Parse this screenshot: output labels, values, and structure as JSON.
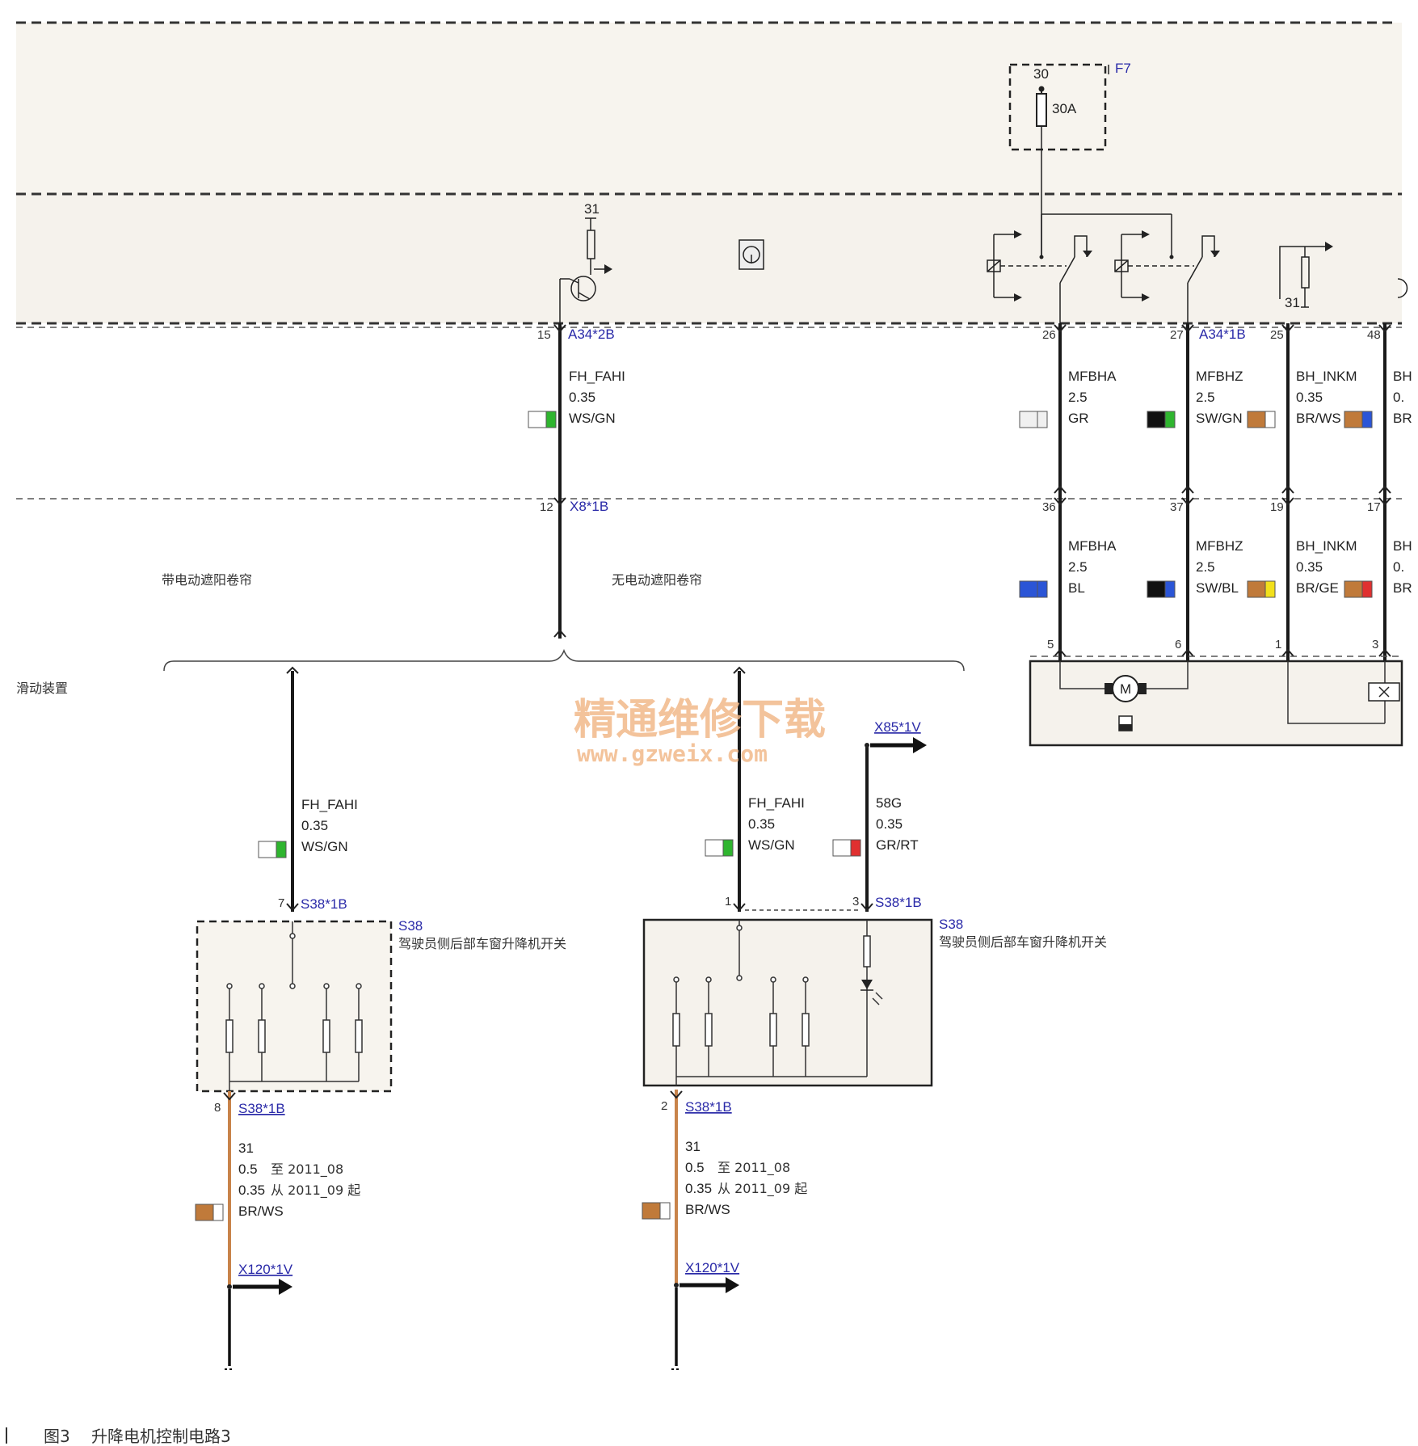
{
  "caption": {
    "figure": "图3",
    "title": "升降电机控制电路3"
  },
  "watermark": {
    "cn": "精通维修下载",
    "url": "www.gzweix.com"
  },
  "regions": {
    "left_label": "滑动装置",
    "with_sunshade": "带电动遮阳卷帘",
    "without_sunshade": "无电动遮阳卷帘"
  },
  "fuse": {
    "id": "F7",
    "terminal": "30",
    "rating": "30A"
  },
  "top": {
    "ground_label": "31",
    "connector": "A34*2B",
    "pin": "15",
    "wire_name": "FH_FAHI",
    "wire_size": "0.35",
    "wire_color": "WS/GN",
    "mid_connector": "X8*1B",
    "mid_pin": "12"
  },
  "right_block": {
    "connector": "A34*1B",
    "ground_label": "31",
    "wires_upper": [
      {
        "pin": "26",
        "name": "MFBHA",
        "size": "2.5",
        "color": "GR",
        "c1": "#f0f0f0",
        "c2": "#f0f0f0"
      },
      {
        "pin": "27",
        "name": "MFBHZ",
        "size": "2.5",
        "color": "SW/GN",
        "c1": "#111111",
        "c2": "#2fb52f"
      },
      {
        "pin": "25",
        "name": "BH_INKM",
        "size": "0.35",
        "color": "BR/WS",
        "c1": "#c07a3a",
        "c2": "#ffffff"
      },
      {
        "pin": "48",
        "name": "BH",
        "size": "0.",
        "color": "BR",
        "c1": "#c07a3a",
        "c2": "#2b55d6"
      }
    ],
    "wires_lower": [
      {
        "pin": "36",
        "bottom_pin": "5",
        "name": "MFBHA",
        "size": "2.5",
        "color": "BL",
        "c1": "#2b55d6",
        "c2": "#2b55d6"
      },
      {
        "pin": "37",
        "bottom_pin": "6",
        "name": "MFBHZ",
        "size": "2.5",
        "color": "SW/BL",
        "c1": "#111111",
        "c2": "#2b55d6"
      },
      {
        "pin": "19",
        "bottom_pin": "1",
        "name": "BH_INKM",
        "size": "0.35",
        "color": "BR/GE",
        "c1": "#c07a3a",
        "c2": "#f2e01b"
      },
      {
        "pin": "17",
        "bottom_pin": "3",
        "name": "BH",
        "size": "0.",
        "color": "BR",
        "c1": "#c07a3a",
        "c2": "#e03030"
      }
    ]
  },
  "left_branch": {
    "wire_name": "FH_FAHI",
    "wire_size": "0.35",
    "wire_color": "WS/GN",
    "pin": "7",
    "connector": "S38*1B",
    "switch_id": "S38",
    "switch_name": "驾驶员侧后部车窗升降机开关",
    "out_pin": "8",
    "out_connector": "S38*1B",
    "gnd_name": "31",
    "gnd_size_a": "0.5",
    "gnd_note_a": "至 2011_08",
    "gnd_size_b": "0.35",
    "gnd_note_b": "从 2011_09 起",
    "gnd_color": "BR/WS",
    "ground_connector": "X120*1V"
  },
  "right_branch": {
    "wire_name": "FH_FAHI",
    "wire_size": "0.35",
    "wire_color": "WS/GN",
    "pin": "1",
    "light_pin": "3",
    "connector": "S38*1B",
    "light_name": "58G",
    "light_size": "0.35",
    "light_color": "GR/RT",
    "light_connector": "X85*1V",
    "switch_id": "S38",
    "switch_name": "驾驶员侧后部车窗升降机开关",
    "out_pin": "2",
    "out_connector": "S38*1B",
    "gnd_name": "31",
    "gnd_size_a": "0.5",
    "gnd_note_a": "至 2011_08",
    "gnd_size_b": "0.35",
    "gnd_note_b": "从 2011_09 起",
    "gnd_color": "BR/WS",
    "ground_connector": "X120*1V"
  },
  "colors": {
    "wire": "#1a1a1a",
    "brown": "#c8834a",
    "link": "#2a2aa8",
    "ws": "#ffffff",
    "gn": "#2fb52f",
    "gr": "#e8e8e8",
    "rt": "#e03030",
    "br": "#c07a3a"
  }
}
